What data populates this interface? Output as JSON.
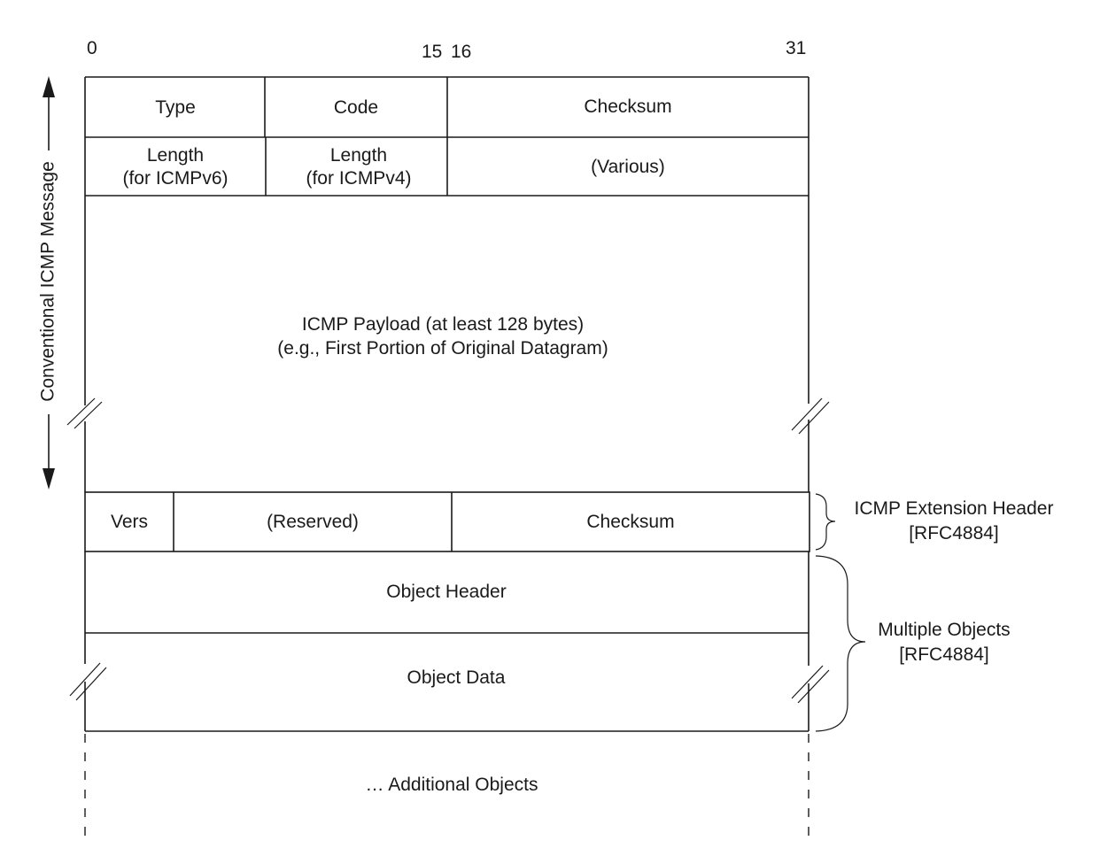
{
  "bits": {
    "start": "0",
    "mid_left": "15",
    "mid_right": "16",
    "end": "31"
  },
  "side_label": "Conventional ICMP Message",
  "row1": {
    "type": "Type",
    "code": "Code",
    "checksum": "Checksum"
  },
  "row2": {
    "len6_line1": "Length",
    "len6_line2": "(for ICMPv6)",
    "len4_line1": "Length",
    "len4_line2": "(for ICMPv4)",
    "various": "(Various)"
  },
  "payload": {
    "line1": "ICMP Payload (at least 128 bytes)",
    "line2": "(e.g., First Portion of Original Datagram)"
  },
  "ext_header": {
    "vers": "Vers",
    "reserved": "(Reserved)",
    "checksum": "Checksum"
  },
  "object_header": "Object Header",
  "object_data": "Object Data",
  "additional": "… Additional Objects",
  "annotations": {
    "ext_line1": "ICMP Extension Header",
    "ext_line2": "[RFC4884]",
    "obj_line1": "Multiple Objects",
    "obj_line2": "[RFC4884]"
  }
}
